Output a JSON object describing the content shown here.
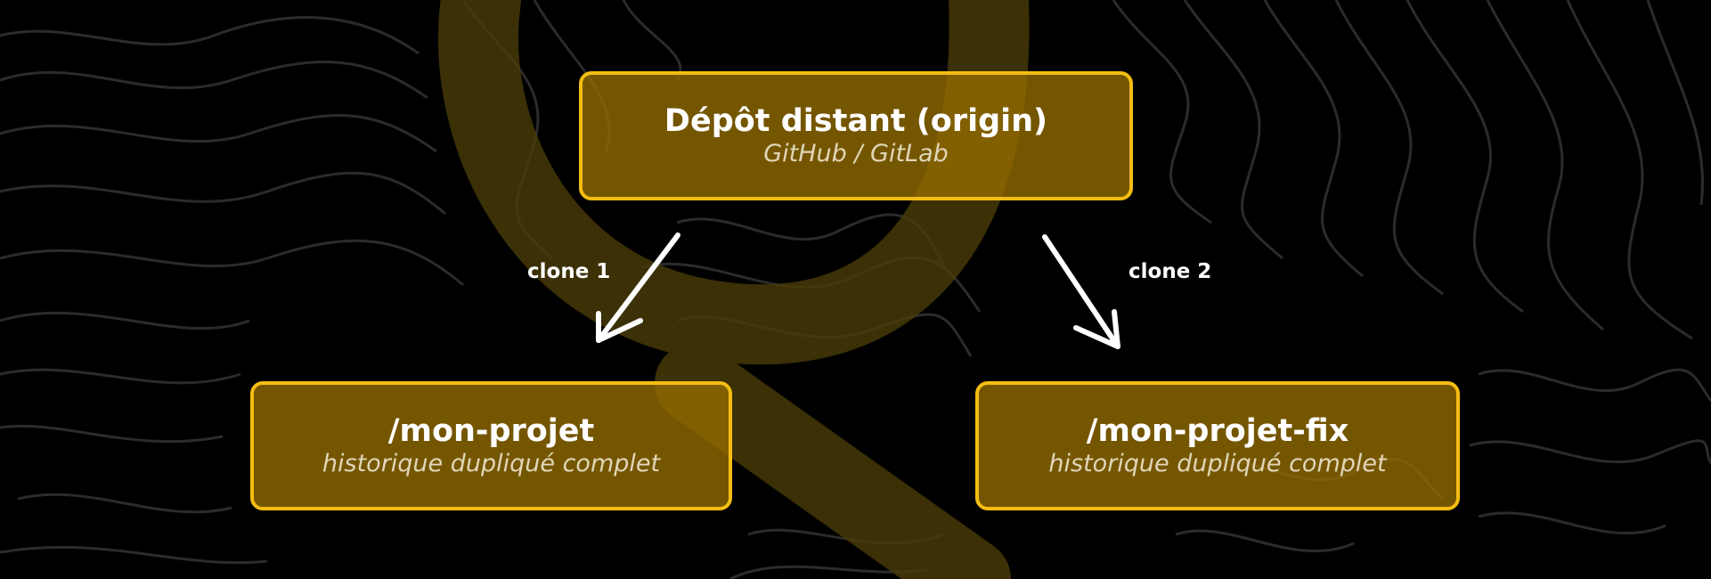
{
  "nodes": {
    "origin": {
      "title": "Dépôt distant (origin)",
      "subtitle": "GitHub / GitLab"
    },
    "clone1": {
      "title": "/mon-projet",
      "subtitle": "historique dupliqué complet"
    },
    "clone2": {
      "title": "/mon-projet-fix",
      "subtitle": "historique dupliqué complet"
    }
  },
  "edges": [
    {
      "from": "origin",
      "to": "clone1",
      "label": "clone 1"
    },
    {
      "from": "origin",
      "to": "clone2",
      "label": "clone 2"
    }
  ],
  "colors": {
    "background": "#000000",
    "node_border": "#f5bd14",
    "node_fill": "#96-6e00",
    "arrow": "#ffffff",
    "contour_lines": "#2c2c2c"
  },
  "icons": [
    "contour-lines-background",
    "large-letter-watermark"
  ]
}
